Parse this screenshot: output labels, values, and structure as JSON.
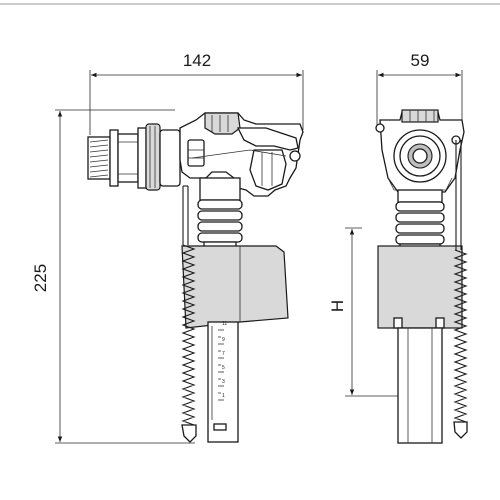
{
  "dimensions": {
    "width_side": "142",
    "width_front": "59",
    "height_total": "225",
    "height_adjust": "H"
  },
  "scale_marks": [
    "11",
    "9",
    "7",
    "5",
    "3",
    "1"
  ]
}
